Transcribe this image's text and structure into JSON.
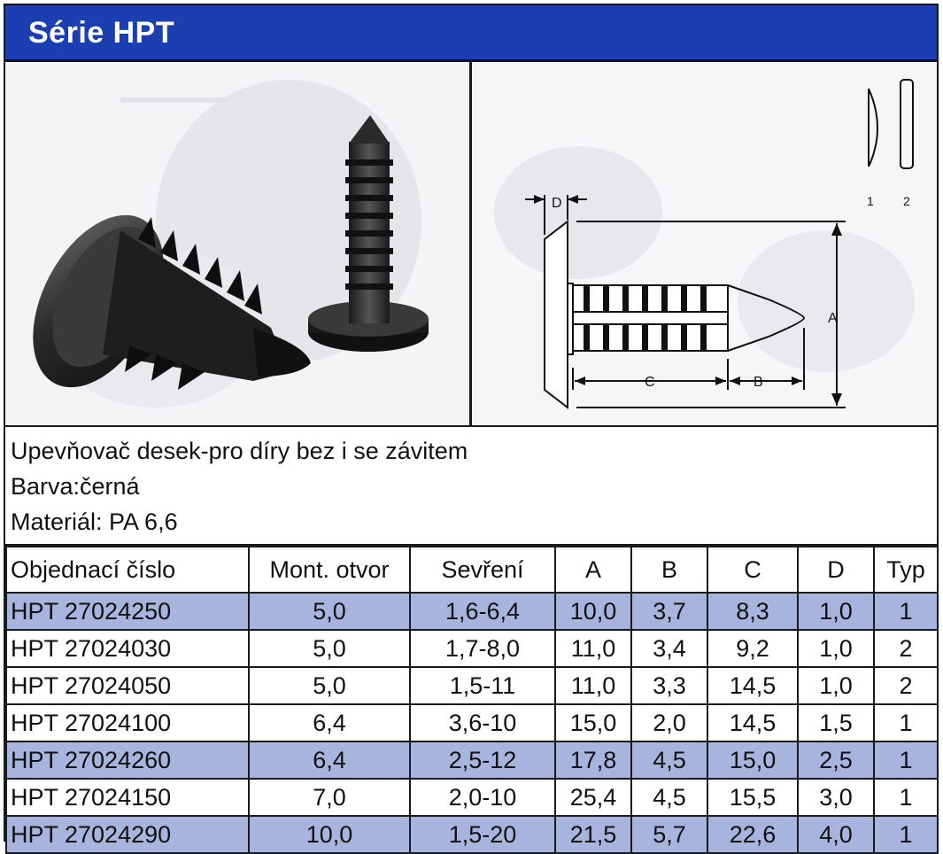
{
  "title": "Série HPT",
  "description": {
    "line1": "Upevňovač desek-pro díry bez i se závitem",
    "line2": "Barva:černá",
    "line3": "Materiál: PA 6,6"
  },
  "drawing": {
    "label_d": "D",
    "label_a": "A",
    "label_c": "C",
    "label_b": "B",
    "variant_1": "1",
    "variant_2": "2"
  },
  "table": {
    "headers": [
      "Objednací číslo",
      "Mont. otvor",
      "Sevření",
      "A",
      "B",
      "C",
      "D",
      "Typ"
    ],
    "rows": [
      [
        "HPT 27024250",
        "5,0",
        "1,6-6,4",
        "10,0",
        "3,7",
        "8,3",
        "1,0",
        "1"
      ],
      [
        "HPT 27024030",
        "5,0",
        "1,7-8,0",
        "11,0",
        "3,4",
        "9,2",
        "1,0",
        "2"
      ],
      [
        "HPT 27024050",
        "5,0",
        "1,5-11",
        "11,0",
        "3,3",
        "14,5",
        "1,0",
        "2"
      ],
      [
        "HPT 27024100",
        "6,4",
        "3,6-10",
        "15,0",
        "2,0",
        "14,5",
        "1,5",
        "1"
      ],
      [
        "HPT 27024260",
        "6,4",
        "2,5-12",
        "17,8",
        "4,5",
        "15,0",
        "2,5",
        "1"
      ],
      [
        "HPT 27024150",
        "7,0",
        "2,0-10",
        "25,4",
        "4,5",
        "15,5",
        "3,0",
        "1"
      ],
      [
        "HPT 27024290",
        "10,0",
        "1,5-20",
        "21,5",
        "5,7",
        "22,6",
        "4,0",
        "1"
      ]
    ],
    "row_shading": [
      "shaded",
      "plain",
      "plain",
      "plain",
      "shaded",
      "plain",
      "shaded"
    ]
  },
  "colors": {
    "title_bar": "#1b3fb0",
    "row_highlight": "#a7b5de"
  }
}
